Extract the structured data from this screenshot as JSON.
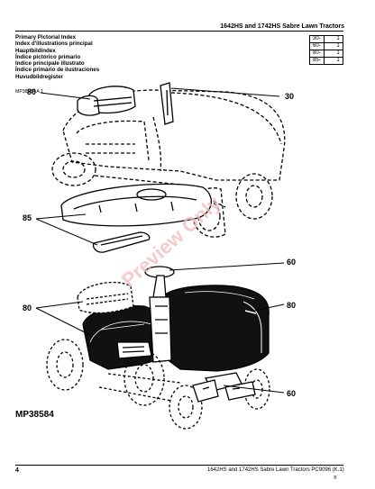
{
  "header": {
    "title": "1642HS and 1742HS Sabre Lawn Tractors"
  },
  "index": {
    "lines": [
      "Primary Pictorial Index",
      "Index d'illustrations principal",
      "Hauptbildindex",
      "Índice pictórico primario",
      "Indice principale illustrato",
      "Índice primário de ilustraciones",
      "Huvudbildregister"
    ],
    "code": "MP38584 A.1"
  },
  "page_table": [
    {
      "group": "30-",
      "page": "1"
    },
    {
      "group": "60-",
      "page": "1"
    },
    {
      "group": "80-",
      "page": "1"
    },
    {
      "group": "85-",
      "page": "1"
    }
  ],
  "callouts": {
    "top_left_80": "80",
    "top_right_30": "30",
    "mid_left_85": "85",
    "right_60_upper": "60",
    "left_80": "80",
    "right_80": "80",
    "right_60_lower": "60"
  },
  "illustration_code": "MP38584",
  "watermark": "Preview Only",
  "footer": {
    "page_number": "4",
    "text": "1642HS and 1742HS Sabre Lawn Tractors   PC9096  (K.1)",
    "mark": "®"
  }
}
